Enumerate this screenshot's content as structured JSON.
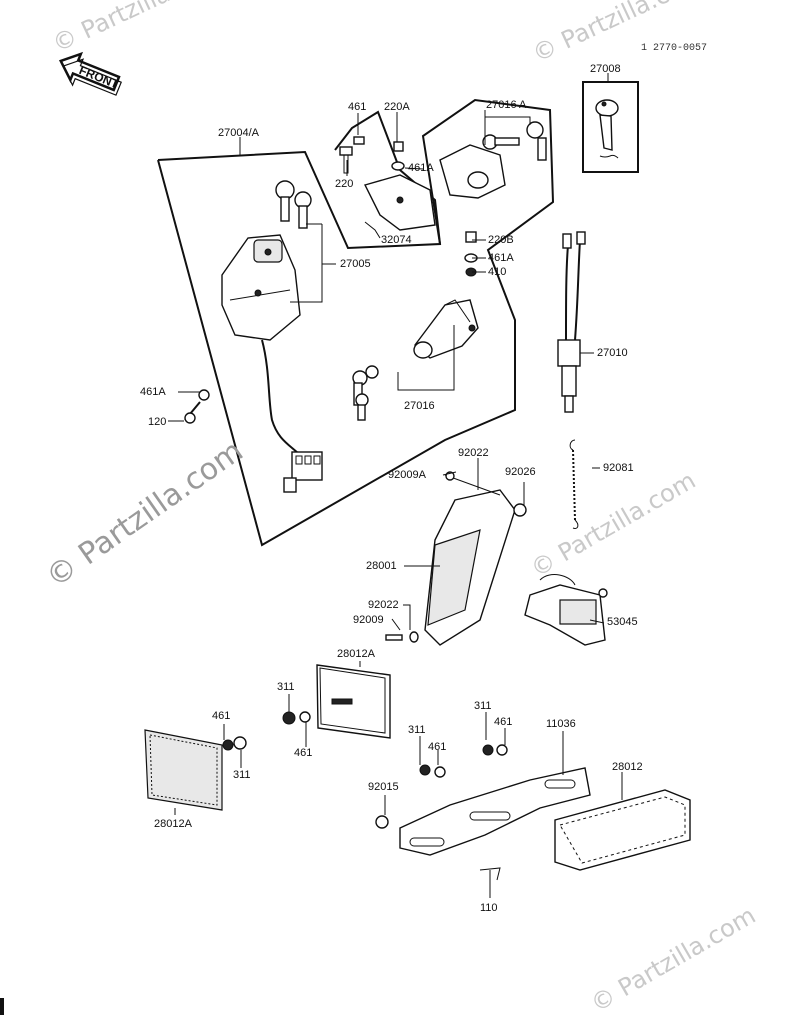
{
  "drawing_code": "1 2770-0057",
  "front_label": "FRONT",
  "watermarks": [
    "© Partzilla.com",
    "© Partzilla.com",
    "© Partzilla.com",
    "© Partzilla.com",
    "© Partzilla.com"
  ],
  "parts": {
    "p27004A": "27004/A",
    "p461_top": "461",
    "p220A": "220A",
    "p220": "220",
    "p461A_top": "461A",
    "p32074": "32074",
    "p27016A": "27016 A",
    "p27008": "27008",
    "p27005": "27005",
    "p220B": "220B",
    "p461A_mid": "461A",
    "p410": "410",
    "p27010": "27010",
    "p27016": "27016",
    "p461A_left": "461A",
    "p120": "120",
    "p92022_top": "92022",
    "p92009A": "92009A",
    "p92026": "92026",
    "p92081": "92081",
    "p28001": "28001",
    "p53045": "53045",
    "p92022_mid": "92022",
    "p92009": "92009",
    "p28012A_top": "28012A",
    "p311_a": "311",
    "p461_a": "461",
    "p461_b": "461",
    "p311_b": "311",
    "p28012A_bot": "28012A",
    "p311_c": "311",
    "p461_c": "461",
    "p311_d": "311",
    "p461_d": "461",
    "p11036": "11036",
    "p92015": "92015",
    "p28012": "28012",
    "p110": "110"
  }
}
